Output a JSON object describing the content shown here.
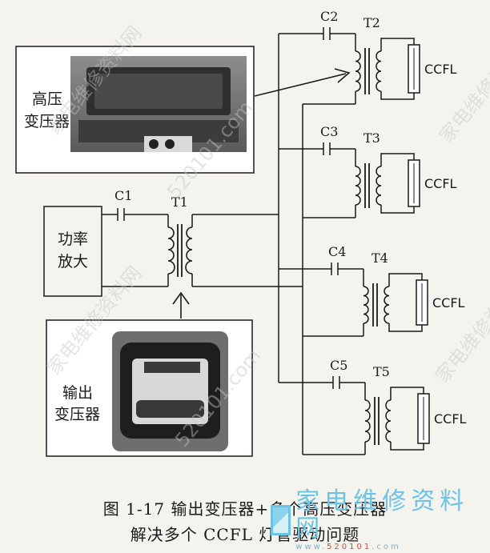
{
  "diagram": {
    "boxes": {
      "hv_photo_label": [
        "高压",
        "变压器"
      ],
      "amp_label": [
        "功率",
        "放大"
      ],
      "out_photo_label": [
        "输出",
        "变压器"
      ]
    },
    "components": {
      "c1": "C1",
      "t1": "T1",
      "branches": [
        {
          "cap": "C2",
          "trans": "T2",
          "lamp": "CCFL"
        },
        {
          "cap": "C3",
          "trans": "T3",
          "lamp": "CCFL"
        },
        {
          "cap": "C4",
          "trans": "T4",
          "lamp": "CCFL"
        },
        {
          "cap": "C5",
          "trans": "T5",
          "lamp": "CCFL"
        }
      ]
    },
    "caption": {
      "line1": "图 1-17    输出变压器+多个高压变压器",
      "line2": "解决多个 CCFL 灯管驱动问题"
    }
  },
  "watermark": {
    "site_cn": "家电维修资料网",
    "site_url": "520101.com",
    "corner_name": "家电维修资料网",
    "corner_url_a": "www.",
    "corner_url_b": "520101",
    "corner_url_c": ".com"
  },
  "colors": {
    "ink": "#1a1a1a",
    "paper": "#f4f3ee",
    "watermark": "#b8b8b8",
    "logo": "#6cc3e4"
  }
}
